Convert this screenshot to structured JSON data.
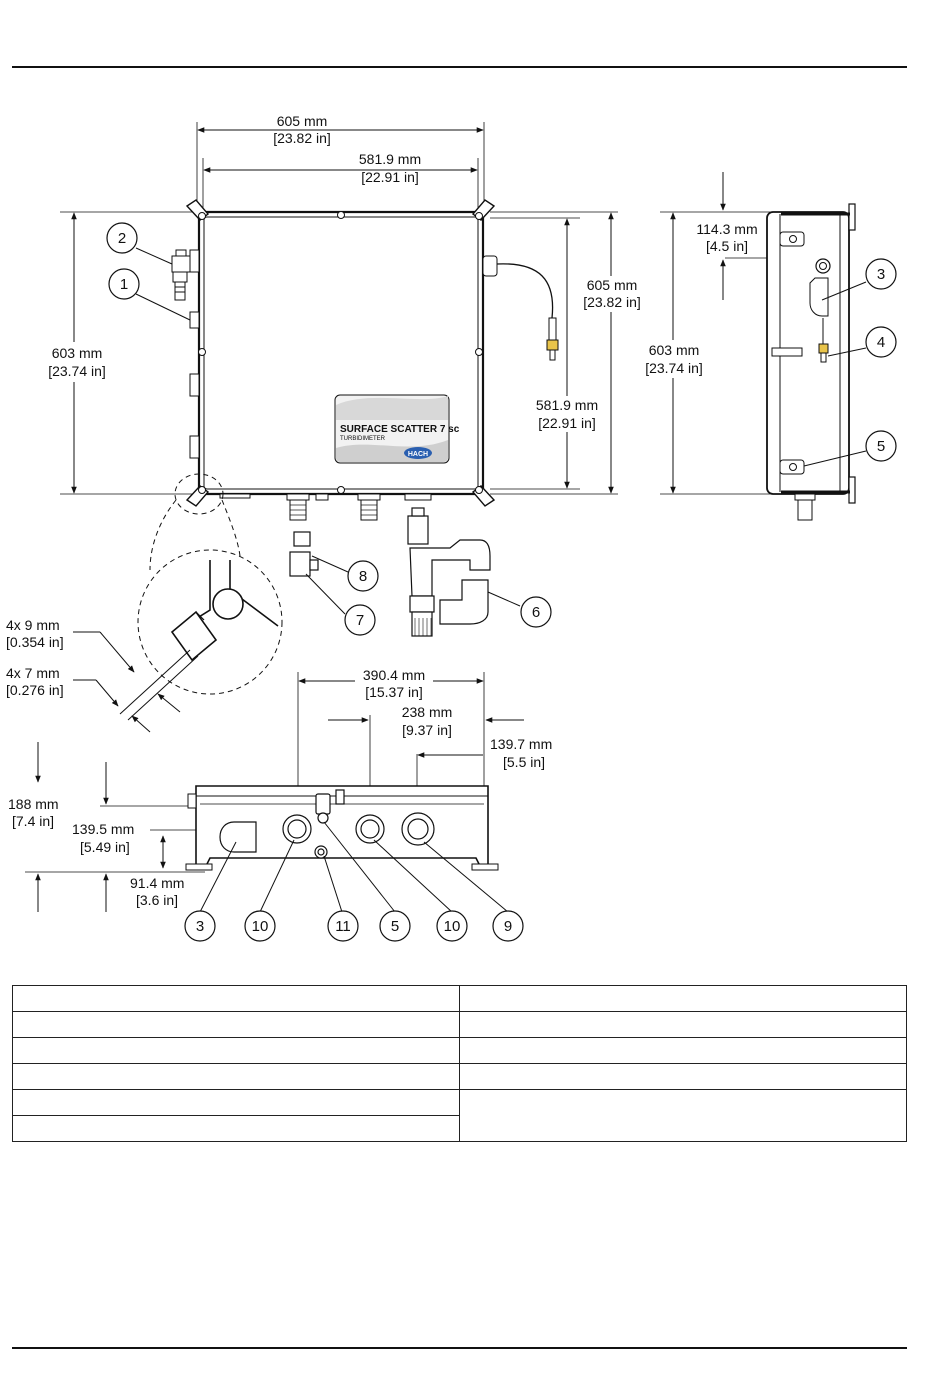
{
  "front_view": {
    "outer_width": {
      "mm": "605 mm",
      "in": "[23.82 in]"
    },
    "inner_width": {
      "mm": "581.9 mm",
      "in": "[22.91 in]"
    },
    "outer_height_left": {
      "mm": "603 mm",
      "in": "[23.74 in]"
    },
    "inner_height_right": {
      "mm": "581.9 mm",
      "in": "[22.91 in]"
    },
    "outer_height_right": {
      "mm": "605 mm",
      "in": "[23.82 in]"
    },
    "label_line1": "SURFACE SCATTER 7 sc",
    "label_line2": "TURBIDIMETER",
    "logo": "HACH"
  },
  "side_view": {
    "offset_top": {
      "mm": "114.3 mm",
      "in": "[4.5 in]"
    },
    "height": {
      "mm": "603 mm",
      "in": "[23.74 in]"
    }
  },
  "detail_view": {
    "hole_large": {
      "mm": "4x 9 mm",
      "in": "[0.354 in]"
    },
    "hole_small": {
      "mm": "4x 7 mm",
      "in": "[0.276 in]"
    }
  },
  "bottom_view": {
    "span_left": {
      "mm": "390.4 mm",
      "in": "[15.37 in]"
    },
    "span_mid": {
      "mm": "238 mm",
      "in": "[9.37 in]"
    },
    "span_right": {
      "mm": "139.7 mm",
      "in": "[5.5 in]"
    },
    "depth_total": {
      "mm": "188 mm",
      "in": "[7.4 in]"
    },
    "depth_upper": {
      "mm": "139.5 mm",
      "in": "[5.49 in]"
    },
    "depth_lower": {
      "mm": "91.4 mm",
      "in": "[3.6 in]"
    }
  },
  "callouts": {
    "c1": "1",
    "c2": "2",
    "c3": "3",
    "c4": "4",
    "c5": "5",
    "c6": "6",
    "c7": "7",
    "c8": "8",
    "c9": "9",
    "c10": "10",
    "c11": "11"
  }
}
